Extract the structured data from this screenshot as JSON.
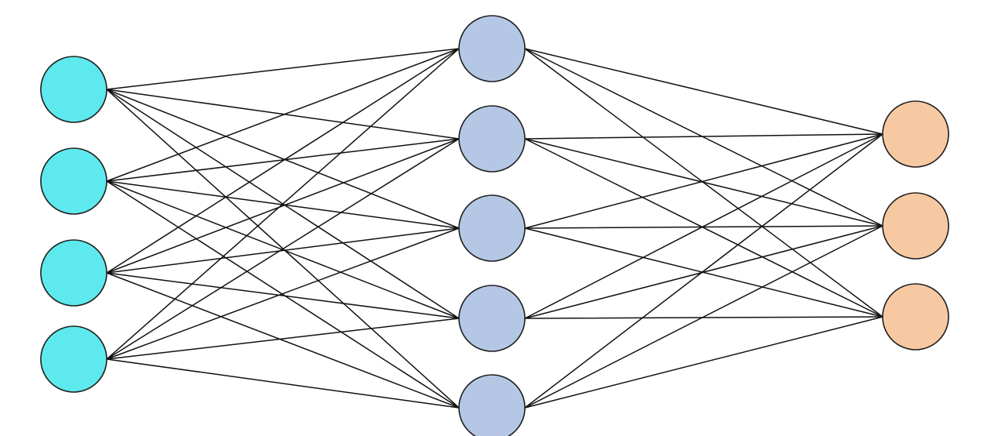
{
  "diagram": {
    "type": "fully-connected-neural-network",
    "layers": [
      {
        "name": "input",
        "node_count": 4,
        "color": "#5ee9ee"
      },
      {
        "name": "hidden",
        "node_count": 5,
        "color": "#b4c8e6"
      },
      {
        "name": "output",
        "node_count": 3,
        "color": "#f7c9a3"
      }
    ],
    "edge_color": "#111111",
    "node_stroke": "#1f1f1f"
  }
}
